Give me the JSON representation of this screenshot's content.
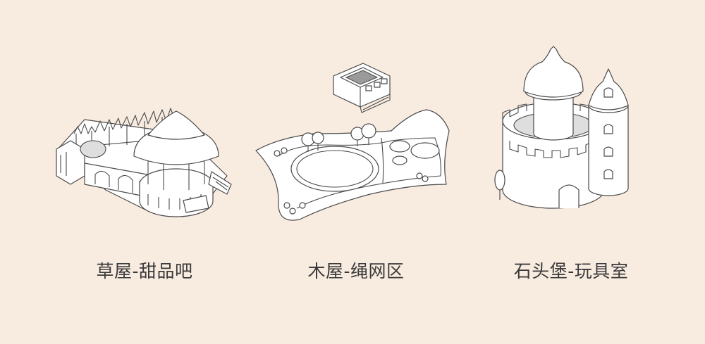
{
  "panels": [
    {
      "caption": "草屋-甜品吧"
    },
    {
      "caption": "木屋-绳网区"
    },
    {
      "caption": "石头堡-玩具室"
    }
  ],
  "colors": {
    "background": "#f8ebe0",
    "line": "#4a4a4a",
    "caption": "#3a3a3a"
  }
}
